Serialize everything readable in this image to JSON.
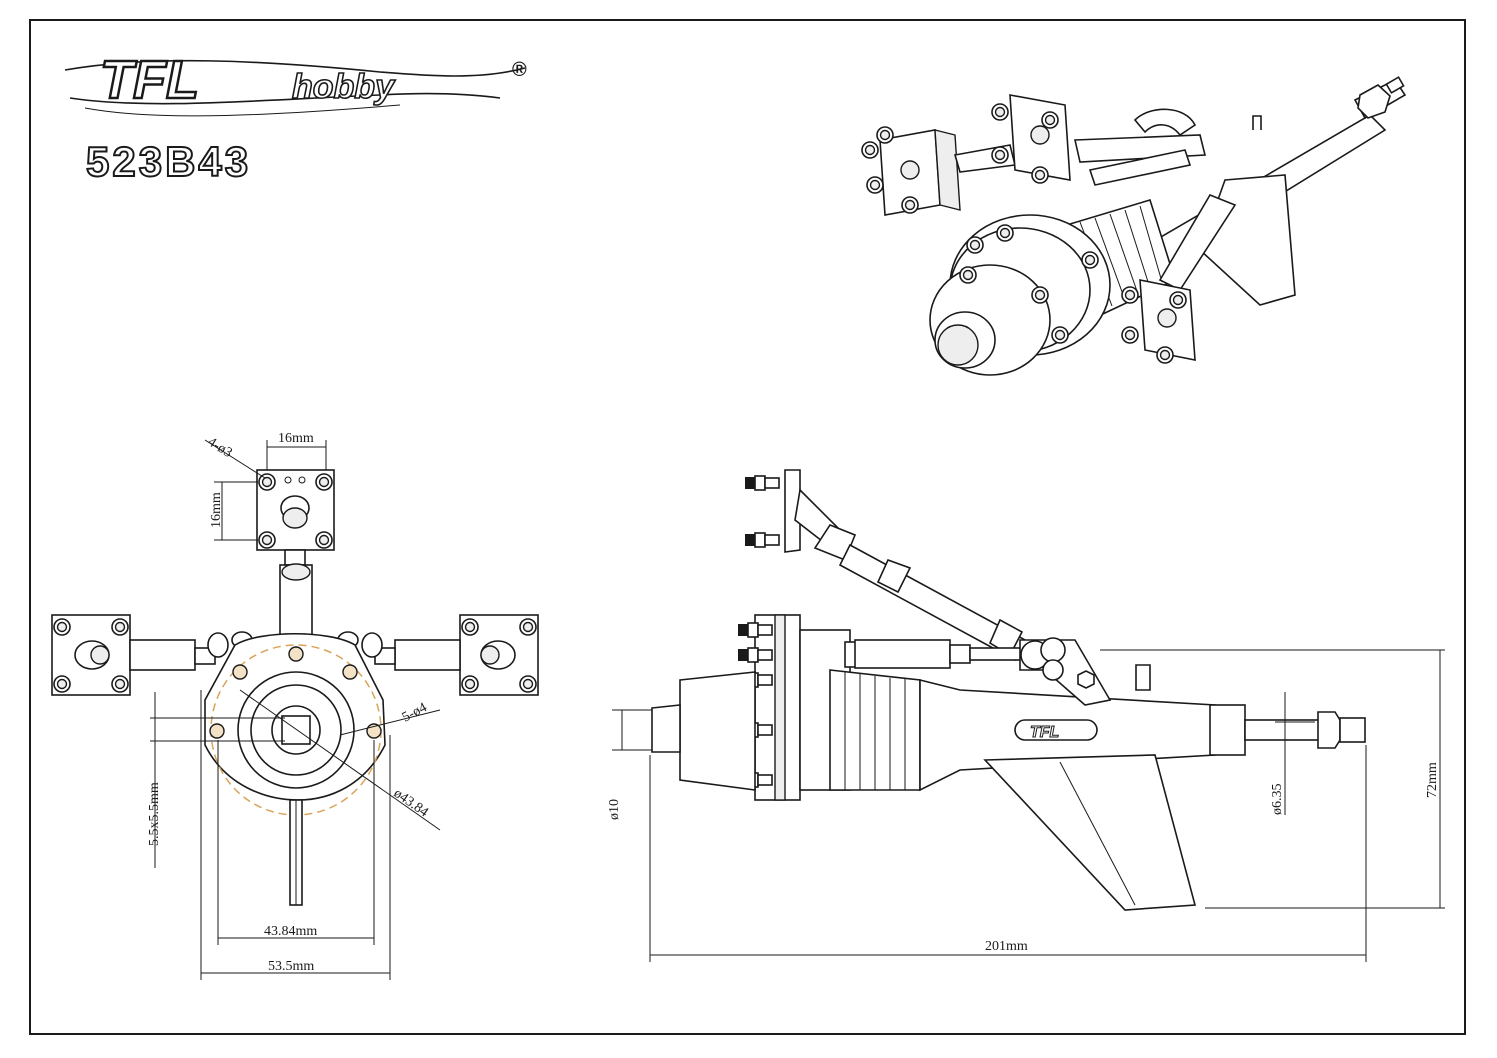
{
  "brand": {
    "logo_main": "TFL",
    "logo_sub": "hobby",
    "registered": "®",
    "model": "523B43",
    "body_logo": "TFL"
  },
  "dimensions": {
    "front_view": {
      "bracket_width": "16mm",
      "bracket_height": "16mm",
      "bracket_holes": "4-ø3",
      "flange_holes": "5-ø4",
      "bolt_circle": "ø43.84",
      "square_drive": "5.5x5.5mm",
      "bolt_span": "43.84mm",
      "flange_width": "53.5mm"
    },
    "side_view": {
      "nozzle_dia": "ø10",
      "shaft_dia": "ø6.35",
      "height": "72mm",
      "length": "201mm"
    }
  },
  "colors": {
    "line": "#1a1a1a",
    "bolt_circle": "#d9a45a",
    "hole_fill": "#f3e2c6"
  }
}
